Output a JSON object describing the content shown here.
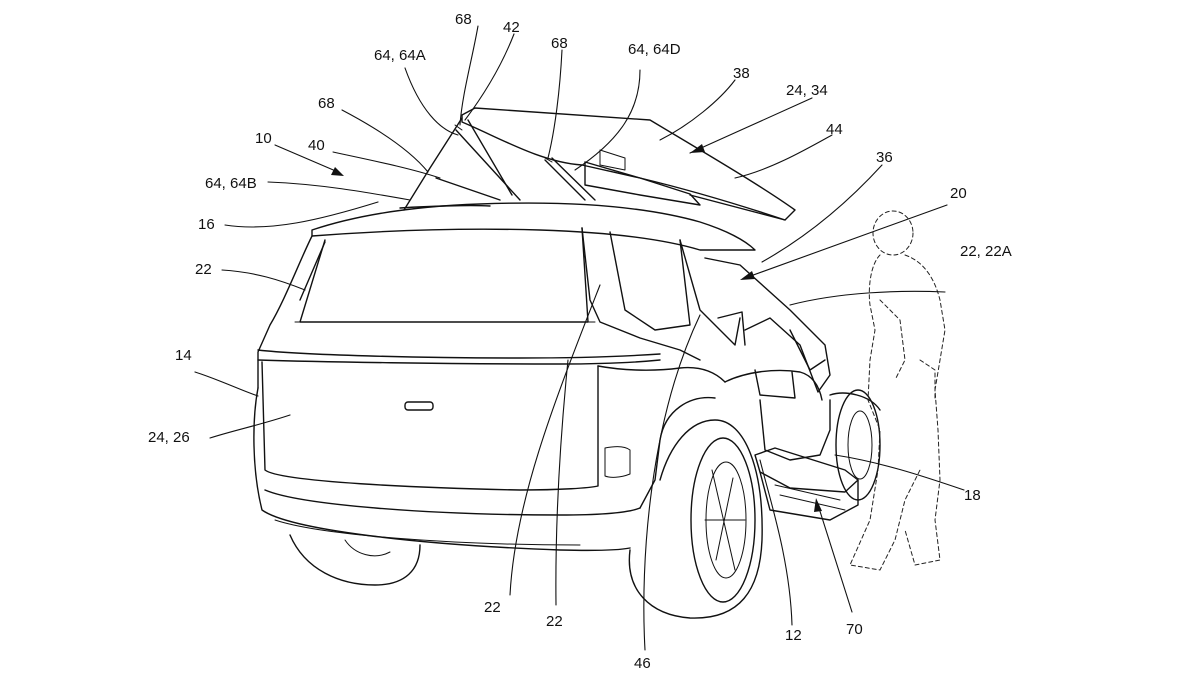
{
  "labels": {
    "l68a": "68",
    "l42": "42",
    "l68b": "68",
    "l64a": "64, 64A",
    "l64d": "64, 64D",
    "l38": "38",
    "l24_34": "24, 34",
    "l68c": "68",
    "l44": "44",
    "l10": "10",
    "l40": "40",
    "l36": "36",
    "l64b": "64, 64B",
    "l20": "20",
    "l16": "16",
    "l22a": "22",
    "l22_22a": "22, 22A",
    "l14": "14",
    "l24_26": "24, 26",
    "l18": "18",
    "l22b": "22",
    "l22c": "22",
    "l12": "12",
    "l70": "70",
    "l46": "46"
  },
  "colors": {
    "line": "#111111",
    "background": "#ffffff"
  }
}
